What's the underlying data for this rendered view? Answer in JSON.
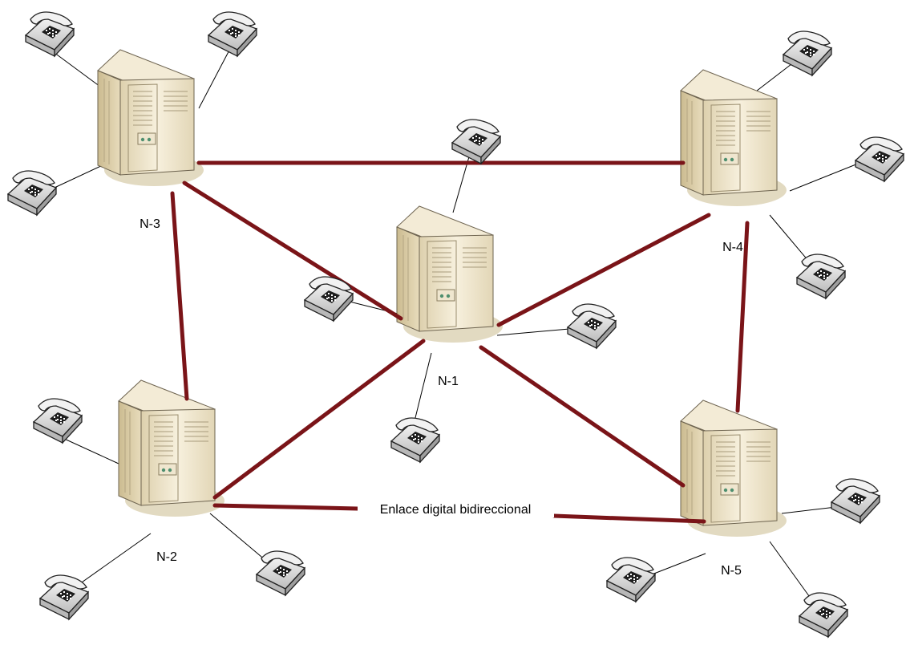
{
  "diagram": {
    "nodes": [
      {
        "id": "n1",
        "label": "N-1"
      },
      {
        "id": "n2",
        "label": "N-2"
      },
      {
        "id": "n3",
        "label": "N-3"
      },
      {
        "id": "n4",
        "label": "N-4"
      },
      {
        "id": "n5",
        "label": "N-5"
      }
    ],
    "links": [
      {
        "from": "n3",
        "to": "n4"
      },
      {
        "from": "n3",
        "to": "n1"
      },
      {
        "from": "n3",
        "to": "n2"
      },
      {
        "from": "n1",
        "to": "n4"
      },
      {
        "from": "n1",
        "to": "n2"
      },
      {
        "from": "n1",
        "to": "n5"
      },
      {
        "from": "n4",
        "to": "n5"
      },
      {
        "from": "n2",
        "to": "n5",
        "label": "Enlace digital bidireccional"
      }
    ],
    "colors": {
      "trunk_link": "#7a1418",
      "phone_line": "#000000",
      "server_body": "#efe4c8",
      "server_side": "#c9b98f",
      "server_shadow": "#d8cfb0",
      "phone_body": "#e6e6e6",
      "phone_keypad": "#222222"
    },
    "icons": {
      "server": "server-icon",
      "phone": "telephone-icon"
    }
  }
}
